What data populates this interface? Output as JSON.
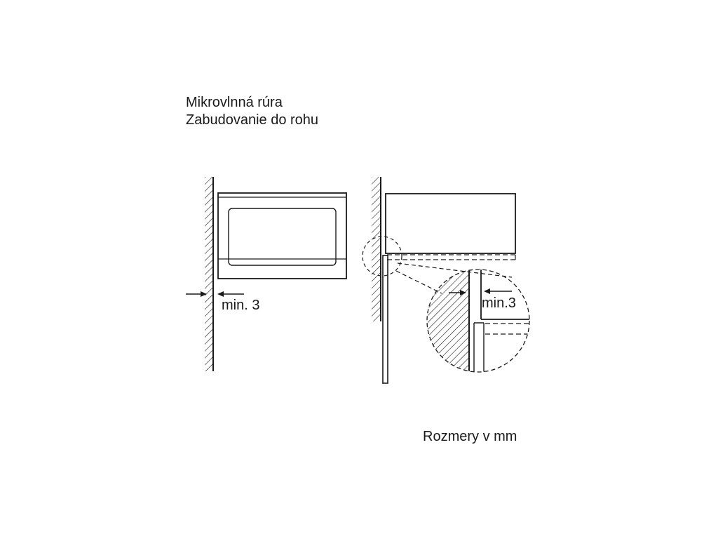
{
  "title": {
    "line1": "Mikrovlnná rúra",
    "line2": "Zabudovanie do rohu"
  },
  "front_view": {
    "clearance_label": "min. 3"
  },
  "side_view": {
    "detail_clearance_label": "min.3"
  },
  "footer": {
    "units_note": "Rozmery v mm"
  },
  "colors": {
    "stroke": "#1a1a1a",
    "background": "#ffffff"
  }
}
